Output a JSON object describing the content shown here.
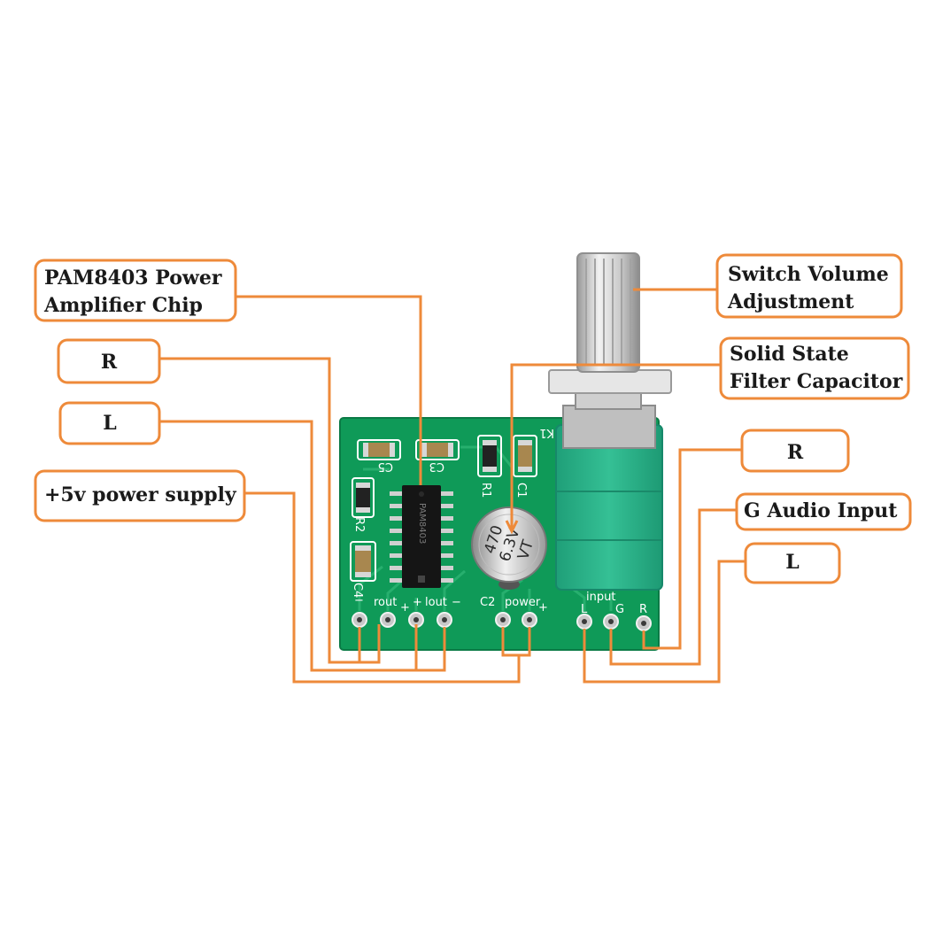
{
  "callouts": {
    "pam_chip_line1": "PAM8403 Power",
    "pam_chip_line2": "Amplifier Chip",
    "right_out": "R",
    "left_out": "L",
    "power_supply": "+5v power supply",
    "switch_volume_line1": "Switch Volume",
    "switch_volume_line2": "Adjustment",
    "capacitor_line1": "Solid State",
    "capacitor_line2": "Filter Capacitor",
    "input_right": "R",
    "input_ground": "G Audio Input",
    "input_left": "L"
  },
  "board": {
    "cap_c5": "C5",
    "cap_c3": "C3",
    "res_r1": "R1",
    "cap_c1": "C1",
    "pot_k1": "K1",
    "res_r2": "R2",
    "cap_c4": "C4",
    "cap_c2": "C2",
    "rout": "rout",
    "lout": "lout",
    "power": "power",
    "input": "input",
    "pin_l": "L",
    "pin_g": "G",
    "pin_r": "R",
    "minus_1": "−",
    "plus_1": "+",
    "plus_2": "+",
    "minus_2": "−",
    "plus_3": "+",
    "electrolytic_line1": "470",
    "electrolytic_line2": "6.3V",
    "electrolytic_line3": "VT",
    "chip_marking": "PAM8403"
  },
  "colors": {
    "callout_border": "#ee8a3a",
    "leader_line": "#ee8a3a",
    "pcb_green": "#0f9a58",
    "potentiometer_body": "#27b08a"
  }
}
